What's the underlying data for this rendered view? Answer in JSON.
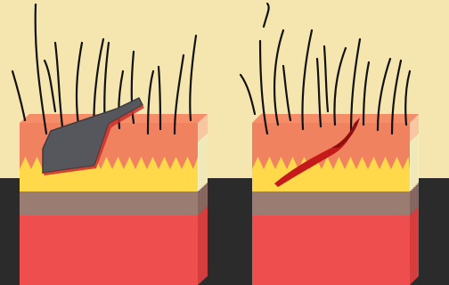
{
  "figure": {
    "panels": [
      {
        "id": "with-blade",
        "state": "blade inserted into skin"
      },
      {
        "id": "after-cut",
        "state": "open incision wound"
      }
    ],
    "colors": {
      "background": "#f5e6b0",
      "floor": "#2b2b2b",
      "epidermis": "#f1825f",
      "epidermis_side": "#f8c6a0",
      "dermis": "#ffd94a",
      "dermis_side": "#f5f0c4",
      "subcutis": "#9b7c73",
      "subcutis_side": "#8a6a61",
      "muscle": "#ee4e4e",
      "muscle_side": "#d63e3e",
      "hair": "#111111",
      "blade": "#55575c",
      "blade_edge": "#3a3c40",
      "wound": "#c41a1a"
    }
  }
}
